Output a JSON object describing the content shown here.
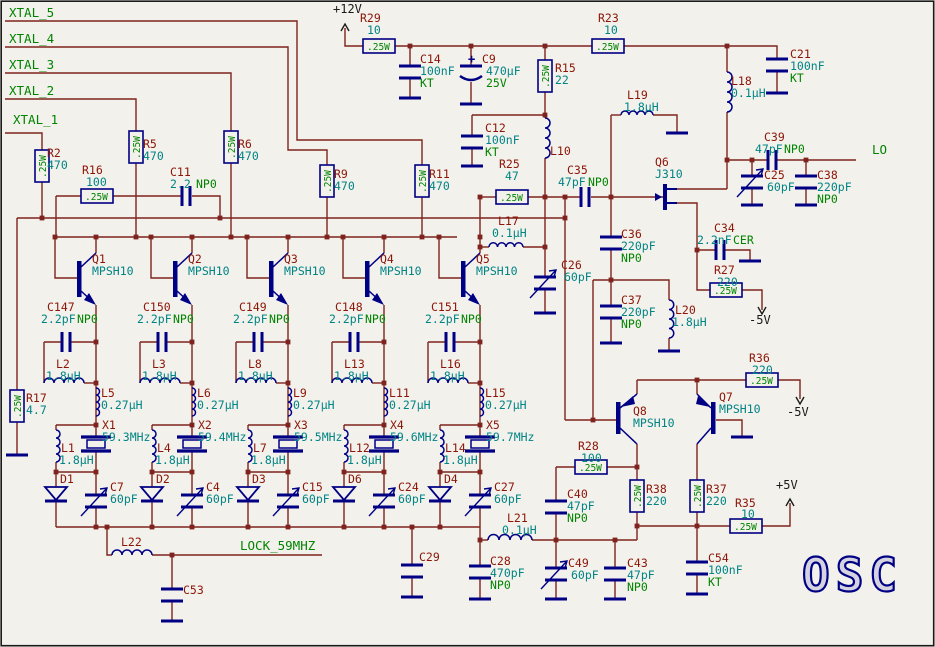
{
  "sheet": {
    "title": "OSC"
  },
  "net_labels": [
    {
      "name": "xtal-5",
      "text": "XTAL_5"
    },
    {
      "name": "xtal-4",
      "text": "XTAL_4"
    },
    {
      "name": "xtal-3",
      "text": "XTAL_3"
    },
    {
      "name": "xtal-2",
      "text": "XTAL_2"
    },
    {
      "name": "xtal-1",
      "text": "XTAL_1"
    },
    {
      "name": "lock-59mhz",
      "text": "LOCK_59MHZ"
    },
    {
      "name": "lo",
      "text": "LO"
    }
  ],
  "power_labels": [
    {
      "name": "p12v",
      "text": "+12V"
    },
    {
      "name": "n5v-a",
      "text": "-5V"
    },
    {
      "name": "n5v-b",
      "text": "-5V"
    },
    {
      "name": "p5v",
      "text": "+5V"
    }
  ],
  "components": [
    {
      "ref": "R29",
      "value": "10",
      "watt": ".25W"
    },
    {
      "ref": "R23",
      "value": "10",
      "watt": ".25W"
    },
    {
      "ref": "R15",
      "value": "22",
      "watt": ".25W"
    },
    {
      "ref": "R2",
      "value": "470",
      "watt": ".25W"
    },
    {
      "ref": "R5",
      "value": "470",
      "watt": ".25W"
    },
    {
      "ref": "R6",
      "value": "470",
      "watt": ".25W"
    },
    {
      "ref": "R9",
      "value": "470",
      "watt": ".25W"
    },
    {
      "ref": "R11",
      "value": "470",
      "watt": ".25W"
    },
    {
      "ref": "R16",
      "value": "100",
      "watt": ".25W"
    },
    {
      "ref": "R17",
      "value": "4.7",
      "watt": ".25W"
    },
    {
      "ref": "R25",
      "value": "47",
      "watt": ".25W"
    },
    {
      "ref": "R27",
      "value": "220",
      "watt": ".25W"
    },
    {
      "ref": "R36",
      "value": "220",
      "watt": ".25W"
    },
    {
      "ref": "R28",
      "value": "100",
      "watt": ".25W"
    },
    {
      "ref": "R38",
      "value": "220",
      "watt": ".25W"
    },
    {
      "ref": "R37",
      "value": "220",
      "watt": ".25W"
    },
    {
      "ref": "R35",
      "value": "10",
      "watt": ".25W"
    },
    {
      "ref": "C14",
      "value": "100nF",
      "extra": "KT"
    },
    {
      "ref": "C9",
      "value": "470µF",
      "extra": "25V",
      "polarity": "+"
    },
    {
      "ref": "C12",
      "value": "100nF",
      "extra": "KT"
    },
    {
      "ref": "C21",
      "value": "100nF",
      "extra": "KT"
    },
    {
      "ref": "C11",
      "value": "2.2",
      "extra": "NP0"
    },
    {
      "ref": "C35",
      "value": "47pF",
      "extra": "NP0"
    },
    {
      "ref": "C39",
      "value": "47pF",
      "extra": "NP0"
    },
    {
      "ref": "C25",
      "value": "60pF"
    },
    {
      "ref": "C38",
      "value": "220pF",
      "extra": "NP0"
    },
    {
      "ref": "C34",
      "value": "2.2nF",
      "extra": "CER"
    },
    {
      "ref": "C36",
      "value": "220pF",
      "extra": "NP0"
    },
    {
      "ref": "C37",
      "value": "220pF",
      "extra": "NP0"
    },
    {
      "ref": "C26",
      "value": "60pF"
    },
    {
      "ref": "C147",
      "value": "2.2pF",
      "extra": "NP0"
    },
    {
      "ref": "C150",
      "value": "2.2pF",
      "extra": "NP0"
    },
    {
      "ref": "C149",
      "value": "2.2pF",
      "extra": "NP0"
    },
    {
      "ref": "C148",
      "value": "2.2pF",
      "extra": "NP0"
    },
    {
      "ref": "C151",
      "value": "2.2pF",
      "extra": "NP0"
    },
    {
      "ref": "C7",
      "value": "60pF"
    },
    {
      "ref": "C4",
      "value": "60pF"
    },
    {
      "ref": "C15",
      "value": "60pF"
    },
    {
      "ref": "C24",
      "value": "60pF"
    },
    {
      "ref": "C27",
      "value": "60pF"
    },
    {
      "ref": "C29"
    },
    {
      "ref": "C28",
      "value": "470pF",
      "extra": "NP0"
    },
    {
      "ref": "C49",
      "value": "60pF"
    },
    {
      "ref": "C43",
      "value": "47pF",
      "extra": "NP0"
    },
    {
      "ref": "C54",
      "value": "100nF",
      "extra": "KT"
    },
    {
      "ref": "C40",
      "value": "47pF",
      "extra": "NP0"
    },
    {
      "ref": "C53"
    },
    {
      "ref": "L1",
      "value": "1.8µH"
    },
    {
      "ref": "L4",
      "value": "1.8µH"
    },
    {
      "ref": "L7",
      "value": "1.8µH"
    },
    {
      "ref": "L12",
      "value": "1.8µH"
    },
    {
      "ref": "L14",
      "value": "1.8µH"
    },
    {
      "ref": "L2",
      "value": "1.8µH"
    },
    {
      "ref": "L3",
      "value": "1.8µH"
    },
    {
      "ref": "L8",
      "value": "1.8µH"
    },
    {
      "ref": "L13",
      "value": "1.8µH"
    },
    {
      "ref": "L16",
      "value": "1.8µH"
    },
    {
      "ref": "L5",
      "value": "0.27µH"
    },
    {
      "ref": "L6",
      "value": "0.27µH"
    },
    {
      "ref": "L9",
      "value": "0.27µH"
    },
    {
      "ref": "L11",
      "value": "0.27µH"
    },
    {
      "ref": "L15",
      "value": "0.27µH"
    },
    {
      "ref": "L10"
    },
    {
      "ref": "L17",
      "value": "0.1µH"
    },
    {
      "ref": "L18",
      "value": "0.1µH"
    },
    {
      "ref": "L19",
      "value": "1.8µH"
    },
    {
      "ref": "L20",
      "value": "1.8µH"
    },
    {
      "ref": "L21",
      "value": "0.1µH"
    },
    {
      "ref": "L22"
    },
    {
      "ref": "X1",
      "value": "59.3MHz"
    },
    {
      "ref": "X2",
      "value": "59.4MHz"
    },
    {
      "ref": "X3",
      "value": "59.5MHz"
    },
    {
      "ref": "X4",
      "value": "59.6MHz"
    },
    {
      "ref": "X5",
      "value": "59.7MHz"
    },
    {
      "ref": "D1"
    },
    {
      "ref": "D2"
    },
    {
      "ref": "D3"
    },
    {
      "ref": "D6"
    },
    {
      "ref": "D4"
    },
    {
      "ref": "Q1",
      "value": "MPSH10"
    },
    {
      "ref": "Q2",
      "value": "MPSH10"
    },
    {
      "ref": "Q3",
      "value": "MPSH10"
    },
    {
      "ref": "Q4",
      "value": "MPSH10"
    },
    {
      "ref": "Q5",
      "value": "MPSH10"
    },
    {
      "ref": "Q6",
      "value": "J310"
    },
    {
      "ref": "Q8",
      "value": "MPSH10"
    },
    {
      "ref": "Q7",
      "value": "MPSH10"
    }
  ],
  "colors": {
    "wire": "#7e231d",
    "symbol": "#000084",
    "reference": "#8b1507",
    "value": "#008484",
    "field": "#008400",
    "background": "#f3f1ec"
  }
}
